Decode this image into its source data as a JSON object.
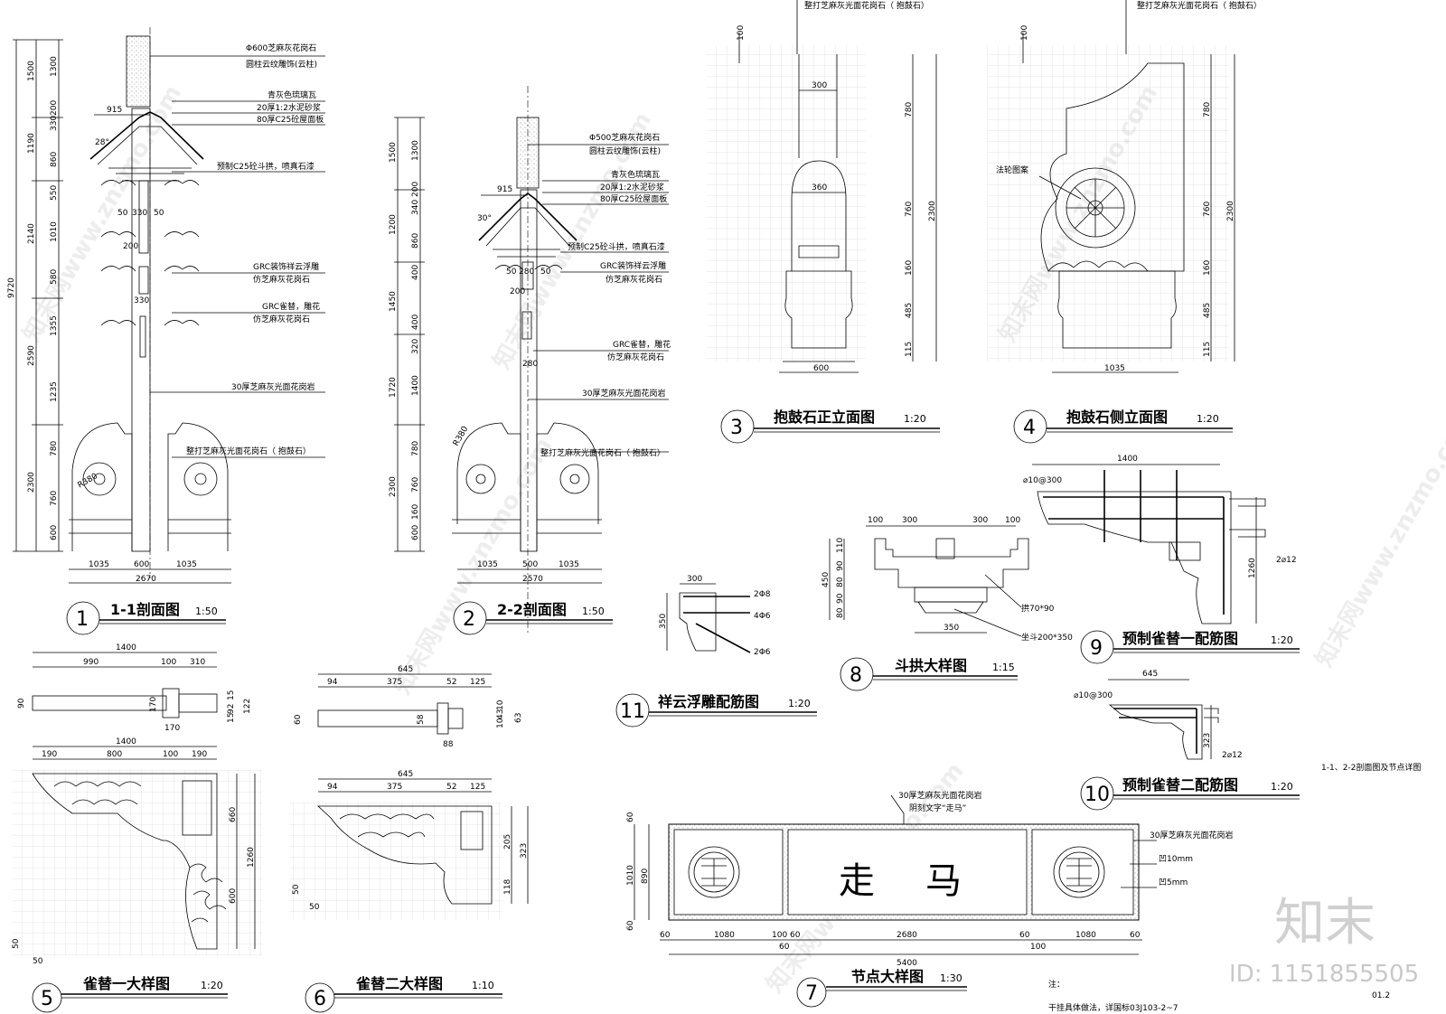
{
  "sheet": {
    "drawing_title": "1-1、2-2剖面图及节点详图",
    "sheet_no": "01.2",
    "note_label": "注：",
    "note_text": "干挂具体做法，详国标03J103-2~7",
    "brand": "知末",
    "brand_id": "ID: 1151855505",
    "watermark": "知末网www.znzmo.com"
  },
  "views": [
    {
      "num": "1",
      "title": "1-1剖面图",
      "scale": "1:50"
    },
    {
      "num": "2",
      "title": "2-2剖面图",
      "scale": "1:50"
    },
    {
      "num": "3",
      "title": "抱鼓石正立面图",
      "scale": "1:20"
    },
    {
      "num": "4",
      "title": "抱鼓石侧立面图",
      "scale": "1:20"
    },
    {
      "num": "5",
      "title": "雀替一大样图",
      "scale": "1:20"
    },
    {
      "num": "6",
      "title": "雀替二大样图",
      "scale": "1:10"
    },
    {
      "num": "7",
      "title": "节点大样图",
      "scale": "1:30"
    },
    {
      "num": "8",
      "title": "斗拱大样图",
      "scale": "1:15"
    },
    {
      "num": "9",
      "title": "预制雀替一配筋图",
      "scale": "1:20"
    },
    {
      "num": "10",
      "title": "预制雀替二配筋图",
      "scale": "1:20"
    },
    {
      "num": "11",
      "title": "祥云浮雕配筋图",
      "scale": "1:20"
    }
  ],
  "section1": {
    "left_dims": [
      "1500",
      "1190",
      "2140",
      "2590",
      "2300"
    ],
    "total": "9720",
    "inner_dims": [
      "1300",
      "200",
      "330",
      "860",
      "550",
      "1010",
      "580",
      "1355",
      "1235",
      "780",
      "760",
      "600"
    ],
    "bottom_dims": [
      "1035",
      "600",
      "1035"
    ],
    "bottom_total": "2670",
    "inner_labels": [
      "915",
      "50",
      "330",
      "50",
      "200",
      "330",
      "R380"
    ],
    "angle": "28°",
    "notes": [
      "Φ600芝麻灰花岗石",
      "圆柱云纹雕饰(云柱)",
      "青灰色琉璃瓦",
      "20厚1:2水泥砂浆",
      "80厚C25砼屋面板",
      "预制C25砼斗拱，喷真石漆",
      "GRC装饰祥云浮雕",
      "仿芝麻灰花岗石",
      "GRC雀替，雕花",
      "仿芝麻灰花岗石",
      "30厚芝麻灰光面花岗岩",
      "整打芝麻灰光面花岗石（ 抱鼓石）"
    ]
  },
  "section2": {
    "left_dims": [
      "1500",
      "1200",
      "1450",
      "1720",
      "2300"
    ],
    "inner_dims": [
      "1300",
      "200",
      "340",
      "860",
      "400",
      "400",
      "320",
      "1400",
      "780",
      "760",
      "160",
      "600"
    ],
    "bottom_dims": [
      "1035",
      "500",
      "1035"
    ],
    "bottom_total": "2570",
    "inner_labels": [
      "915",
      "50",
      "280",
      "50",
      "200",
      "280",
      "R380"
    ],
    "angle": "30°",
    "notes": [
      "Φ500芝麻灰花岗石",
      "圆柱云纹雕饰(云柱)",
      "青灰色琉璃瓦",
      "20厚1:2水泥砂浆",
      "80厚C25砼屋面板",
      "预制C25砼斗拱，喷真石漆",
      "GRC装饰祥云浮雕",
      "仿芝麻灰花岗石",
      "GRC雀替，雕花",
      "仿芝麻灰花岗石",
      "30厚芝麻灰光面花岗岩",
      "整打芝麻灰光面花岗石（ 抱鼓石）"
    ]
  },
  "view3": {
    "top_note": "整打芝麻灰光面花岗石（ 抱鼓石）",
    "dims": [
      "100",
      "300",
      "360",
      "600"
    ],
    "right_dims": [
      "780",
      "760",
      "160",
      "485",
      "115"
    ],
    "total": "2300"
  },
  "view4": {
    "top_note": "整打芝麻灰光面花岗石（ 抱鼓石）",
    "dims": [
      "100",
      "1035"
    ],
    "pattern": "法轮图案",
    "right_dims": [
      "780",
      "760",
      "160",
      "485",
      "115"
    ],
    "total": "2300"
  },
  "view5": {
    "top_dims": [
      "1400",
      "990",
      "100",
      "310"
    ],
    "plan_dims": [
      "90",
      "170",
      "170",
      "15",
      "92",
      "15",
      "122"
    ],
    "elev_dims": [
      "1400",
      "190",
      "800",
      "100",
      "190"
    ],
    "right_dims": [
      "660",
      "600"
    ],
    "total": "1260",
    "small": [
      "50",
      "50"
    ]
  },
  "view6": {
    "top_dims": [
      "645",
      "94",
      "375",
      "52",
      "125"
    ],
    "plan_dims": [
      "60",
      "58",
      "88",
      "10",
      "43",
      "10",
      "63"
    ],
    "elev_dims": [
      "645",
      "94",
      "375",
      "52",
      "125"
    ],
    "right_dims": [
      "205",
      "118"
    ],
    "total": "323",
    "small": [
      "50",
      "50"
    ]
  },
  "view7": {
    "note_top1": "30厚芝麻灰光面花岗岩",
    "note_top2": "阴刻文字“走马”",
    "notes_right": [
      "30厚芝麻灰光面花岗岩",
      "凹10mm",
      "凹5mm"
    ],
    "text": "走　马",
    "left_dims": [
      "60",
      "1010",
      "890",
      "60"
    ],
    "bottom_dims": [
      "60",
      "1080",
      "100",
      "60",
      "60",
      "2680",
      "60",
      "100",
      "1080",
      "60"
    ],
    "total": "5400"
  },
  "view8": {
    "top_dims": [
      "100",
      "300",
      "300",
      "100"
    ],
    "left_dims": [
      "450",
      "110",
      "90",
      "80",
      "90",
      "80"
    ],
    "bottom_dim": "350",
    "notes": [
      "拱70*90",
      "坐斗200*350"
    ]
  },
  "view9": {
    "top_dim": "1400",
    "rebar_left": "⌀10@300",
    "rebar_right": "2⌀12",
    "right_dim": "1260"
  },
  "view10": {
    "top_dim": "645",
    "rebar_left": "⌀10@300",
    "right_dim": "323",
    "rebar_right": "2⌀12"
  },
  "view11": {
    "top_dim": "300",
    "left_dim": "350",
    "rebars": [
      "2Φ8",
      "4Φ6",
      "2Φ6"
    ]
  }
}
